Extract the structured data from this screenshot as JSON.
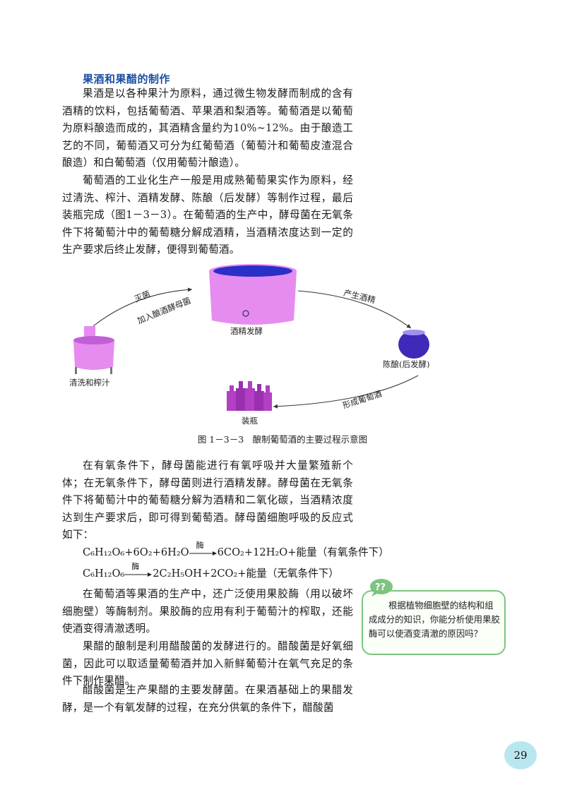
{
  "section": {
    "title": "果酒和果醋的制作"
  },
  "paragraphs": {
    "p1": "果酒是以各种果汁为原料，通过微生物发酵而制成的含有酒精的饮料，包括葡萄酒、苹果酒和梨酒等。葡萄酒是以葡萄为原料酿造而成的，其酒精含量约为10%~12%。由于酿造工艺的不同，葡萄酒又可分为红葡萄酒（葡萄汁和葡萄皮渣混合酿造）和白葡萄酒（仅用葡萄汁酿造）。",
    "p2": "葡萄酒的工业化生产一般是用成熟葡萄果实作为原料，经过清洗、榨汁、酒精发酵、陈酿（后发酵）等制作过程，最后装瓶完成（图1－3－3）。在葡萄酒的生产中，酵母菌在无氧条件下将葡萄汁中的葡萄糖分解成酒精，当酒精浓度达到一定的生产要求后终止发酵，便得到葡萄酒。",
    "p3": "在有氧条件下，酵母菌能进行有氧呼吸并大量繁殖新个体；在无氧条件下，酵母菌则进行酒精发酵。酵母菌在无氧条件下将葡萄汁中的葡萄糖分解为酒精和二氧化碳，当酒精浓度达到生产要求后，即可得到葡萄酒。酵母菌细胞呼吸的反应式如下：",
    "p4": "在葡萄酒等果酒的生产中，还广泛使用果胶酶（用以破坏细胞壁）等酶制剂。果胶酶的应用有利于葡萄汁的榨取，还能使酒变得清澈透明。",
    "p5": "果醋的酿制是利用醋酸菌的发酵进行的。醋酸菌是好氧细菌，因此可以取适量葡萄酒并加入新鲜葡萄汁在氧气充足的条件下制作果醋。",
    "p6": "醋酸菌是生产果醋的主要发酵菌。在果酒基础上的果醋发酵，是一个有氧发酵的过程，在充分供氧的条件下，醋酸菌"
  },
  "formulas": {
    "f1_left": "C₆H₁₂O₆+6O₂+6H₂O",
    "f1_enzyme": "酶",
    "f1_right": "6CO₂+12H₂O+能量（有氧条件下）",
    "f2_left": "C₆H₁₂O₆",
    "f2_enzyme": "酶",
    "f2_right": "2C₂H₅OH+2CO₂+能量（无氧条件下）"
  },
  "figure": {
    "labels": {
      "sterilize": "灭菌",
      "add_yeast": "加入酿酒酵母菌",
      "fermentation": "酒精发酵",
      "produce_alcohol": "产生酒精",
      "aging": "陈酿(后发酵)",
      "wash_press": "清洗和榨汁",
      "bottling": "装瓶",
      "form_wine": "形成葡萄酒"
    },
    "caption": "图 1－3－3　酿制葡萄酒的主要过程示意图",
    "colors": {
      "vessel": "#e68cf0",
      "liquid": "#2a2fc8",
      "barrel": "#3d2ab8",
      "bottle": "#b23fc4"
    }
  },
  "note": {
    "text": "根据植物细胞壁的结构和组成成分的知识，你能分析使用果胶酶可以使酒变清澈的原因吗？",
    "icon": "question-bubble-icon"
  },
  "page_number": "29"
}
